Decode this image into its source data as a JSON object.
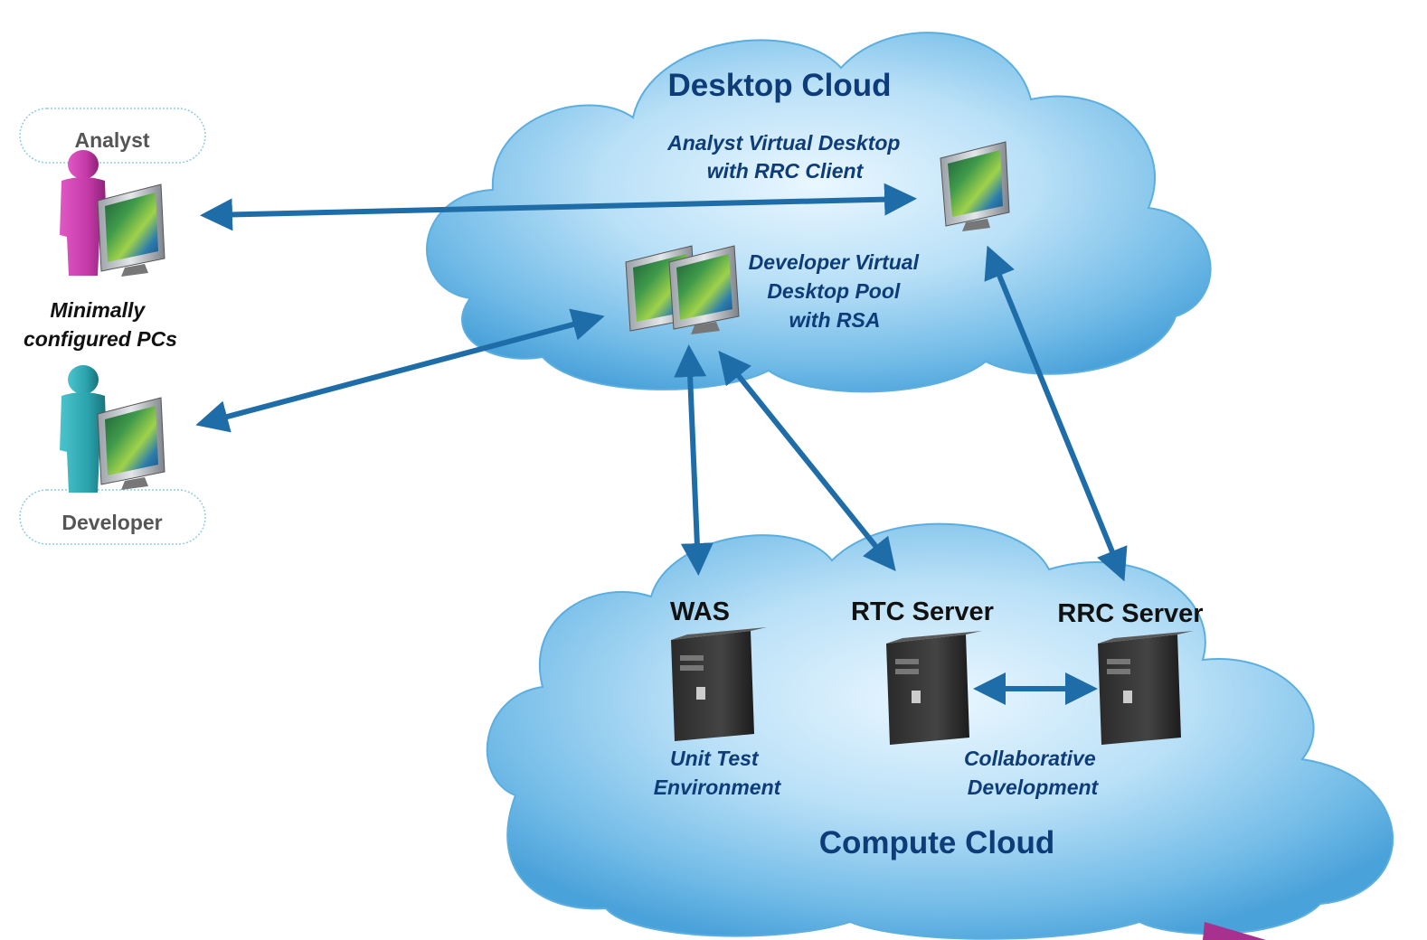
{
  "desktop_cloud": {
    "title": "Desktop Cloud",
    "analyst_desktop_label": [
      "Analyst Virtual Desktop",
      "with RRC Client"
    ],
    "developer_pool_label": [
      "Developer Virtual",
      "Desktop Pool",
      "with RSA"
    ]
  },
  "compute_cloud": {
    "title": "Compute Cloud",
    "servers": {
      "was": "WAS",
      "rtc": "RTC Server",
      "rrc": "RRC Server"
    },
    "unit_test_label": [
      "Unit Test",
      "Environment"
    ],
    "collab_label": [
      "Collaborative",
      "Development"
    ]
  },
  "clients": {
    "analyst_role": "Analyst",
    "developer_role": "Developer",
    "pcs_label": [
      "Minimally",
      "configured PCs"
    ]
  },
  "colors": {
    "title_text": "#0d3c78",
    "arrow": "#1f6da8",
    "analyst_figure": "#c53aa8",
    "developer_figure": "#2aa3ad",
    "role_text": "#555555"
  }
}
